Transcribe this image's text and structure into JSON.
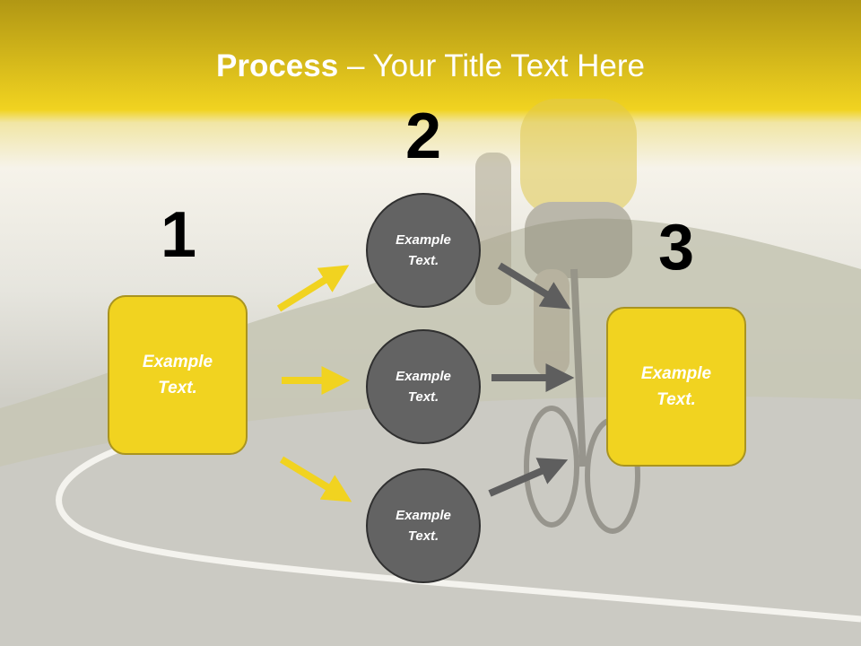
{
  "title": {
    "bold": "Process",
    "rest": " – Your Title Text Here"
  },
  "steps": [
    {
      "number": "1",
      "text": "Example\nText."
    },
    {
      "number": "2",
      "items": [
        "Example\nText.",
        "Example\nText.",
        "Example\nText."
      ]
    },
    {
      "number": "3",
      "text": "Example\nText."
    }
  ],
  "colors": {
    "banner": "#f1d320",
    "box": "#f1d320",
    "box_border": "#a99420",
    "circle": "#636363",
    "circle_border": "#303030",
    "arrow_yellow": "#f1d320",
    "arrow_gray": "#5e5e5e"
  }
}
